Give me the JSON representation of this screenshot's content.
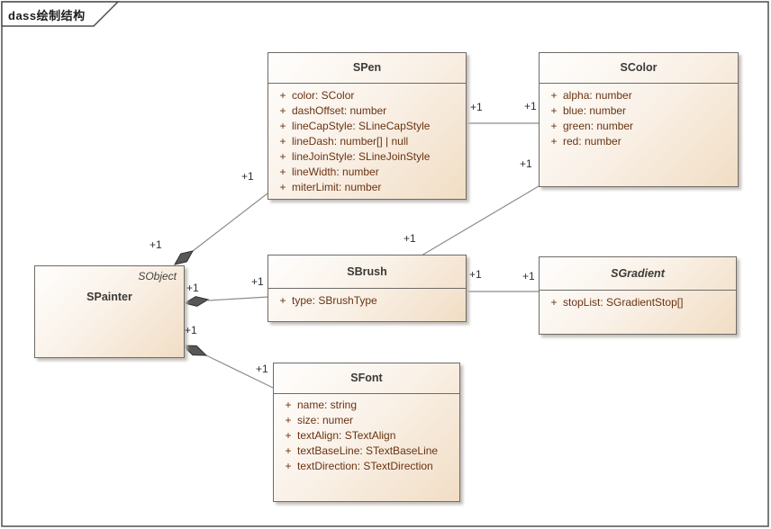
{
  "frame": {
    "title": "dass绘制结构"
  },
  "classes": {
    "spen": {
      "name": "SPen",
      "attributes": [
        {
          "vis": "+",
          "text": "color: SColor"
        },
        {
          "vis": "+",
          "text": "dashOffset: number"
        },
        {
          "vis": "+",
          "text": "lineCapStyle: SLineCapStyle"
        },
        {
          "vis": "+",
          "text": "lineDash: number[] | null"
        },
        {
          "vis": "+",
          "text": "lineJoinStyle: SLineJoinStyle"
        },
        {
          "vis": "+",
          "text": "lineWidth: number"
        },
        {
          "vis": "+",
          "text": "miterLimit: number"
        }
      ]
    },
    "scolor": {
      "name": "SColor",
      "attributes": [
        {
          "vis": "+",
          "text": "alpha: number"
        },
        {
          "vis": "+",
          "text": "blue: number"
        },
        {
          "vis": "+",
          "text": "green: number"
        },
        {
          "vis": "+",
          "text": "red: number"
        }
      ]
    },
    "spainter": {
      "name": "SPainter",
      "stereotype": "SObject"
    },
    "sbrush": {
      "name": "SBrush",
      "attributes": [
        {
          "vis": "+",
          "text": "type: SBrushType"
        }
      ]
    },
    "sgradient": {
      "name": "SGradient",
      "abstract": true,
      "attributes": [
        {
          "vis": "+",
          "text": "stopList: SGradientStop[]"
        }
      ]
    },
    "sfont": {
      "name": "SFont",
      "attributes": [
        {
          "vis": "+",
          "text": "name: string"
        },
        {
          "vis": "+",
          "text": "size: numer"
        },
        {
          "vis": "+",
          "text": "textAlign: STextAlign"
        },
        {
          "vis": "+",
          "text": "textBaseLine: STextBaseLine"
        },
        {
          "vis": "+",
          "text": "textDirection: STextDirection"
        }
      ]
    }
  },
  "connections": {
    "painter_pen": {
      "type": "composition",
      "end_painter": "+1",
      "end_other": "+1"
    },
    "painter_brush": {
      "type": "composition",
      "end_painter": "+1",
      "end_other": "+1"
    },
    "painter_font": {
      "type": "composition",
      "end_painter": "+1",
      "end_other": "+1"
    },
    "pen_color": {
      "type": "association",
      "end_pen": "+1",
      "end_color": "+1"
    },
    "brush_color": {
      "type": "association",
      "end_brush": "+1",
      "end_color": "+1"
    },
    "brush_gradient": {
      "type": "association",
      "end_brush": "+1",
      "end_gradient": "+1"
    }
  },
  "colors": {
    "box_fill_top": "#fffefd",
    "box_fill_bottom": "#f1ddc4",
    "box_border": "#6f6b66",
    "attribute_text": "#6a3312",
    "class_name_text": "#3c3a37",
    "connector_line": "#8c8c8c",
    "diamond_fill": "#575757",
    "multiplicity_text": "#2e2e38",
    "frame_border": "#4e4e4e"
  }
}
